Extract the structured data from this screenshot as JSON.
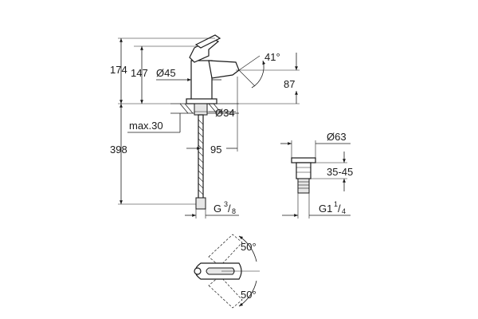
{
  "dimensions": {
    "total_height": "174",
    "spout_height": "147",
    "body_diameter": "Ø45",
    "lever_angle": "41°",
    "spout_reach": "87",
    "mount_hole": "Ø34",
    "max_thickness": "max.30",
    "hose_length": "398",
    "hose_offset": "95",
    "connection_main": "G",
    "connection_sup": "3",
    "connection_sub": "8",
    "drain_diameter": "Ø63",
    "drain_range": "35-45",
    "drain_connection_main": "G1",
    "drain_connection_sup": "1",
    "drain_connection_sub": "4",
    "rotation_upper": "50°",
    "rotation_lower": "50°"
  }
}
